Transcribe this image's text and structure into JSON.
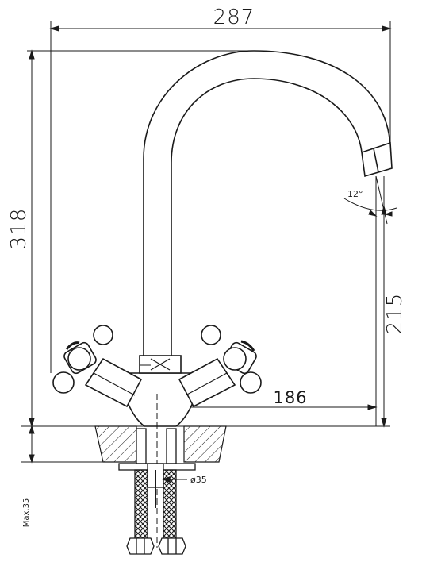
{
  "dimensions": {
    "width": "287",
    "height": "318",
    "spout_height": "215",
    "reach": "186",
    "angle": "12°",
    "hole_diameter": "ø35",
    "max_thickness": "Max.35"
  },
  "colors": {
    "line": "#1a1a1a",
    "background": "#ffffff"
  }
}
